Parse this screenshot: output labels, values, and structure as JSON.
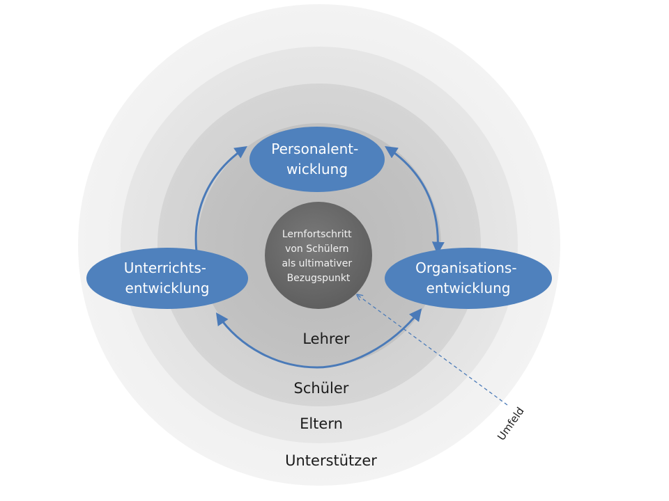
{
  "diagram": {
    "center": {
      "lines": [
        "Lernfortschritt",
        "von Schülern",
        "als ultimativer",
        "Bezugspunkt"
      ]
    },
    "nodes": {
      "personal": {
        "lines": [
          "Personalent-",
          "wicklung"
        ]
      },
      "unterricht": {
        "lines": [
          "Unterrichts-",
          "entwicklung"
        ]
      },
      "organisation": {
        "lines": [
          "Organisations-",
          "entwicklung"
        ]
      }
    },
    "rings": {
      "lehrer": "Lehrer",
      "schueler": "Schüler",
      "eltern": "Eltern",
      "unterstuetzer": "Unterstützer"
    },
    "umfeld": "Umfeld",
    "colors": {
      "ring_outer": "#f0f0f0",
      "ring_2": "#e3e3e3",
      "ring_3": "#d2d2d2",
      "ring_inner": "#bdbdbd",
      "center": "#6e6e6e",
      "node_fill": "#4f81bd",
      "arrow": "#4a7ab8"
    }
  }
}
